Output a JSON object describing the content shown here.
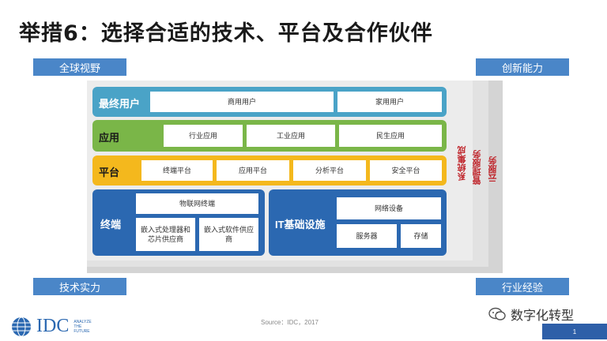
{
  "title": "举措6：选择合适的技术、平台及合作伙伴",
  "corners": {
    "top_left": "全球视野",
    "top_right": "创新能力",
    "bottom_left": "技术实力",
    "bottom_right": "行业经验"
  },
  "layers": {
    "end_users": {
      "label": "最终用户",
      "items": [
        "商用用户",
        "家用用户"
      ]
    },
    "applications": {
      "label": "应用",
      "items": [
        "行业应用",
        "工业应用",
        "民生应用"
      ]
    },
    "platform": {
      "label": "平台",
      "items": [
        "终端平台",
        "应用平台",
        "分析平台",
        "安全平台"
      ]
    },
    "terminal": {
      "label": "终端",
      "iot": "物联网终端",
      "items": [
        "嵌入式处理器和芯片供应商",
        "嵌入式软件供应商"
      ]
    },
    "it_infra": {
      "label": "IT基础设施",
      "network": "网络设备",
      "items": [
        "服务器",
        "存储"
      ]
    }
  },
  "side_services": [
    "系统集成",
    "管理服务",
    "云服务"
  ],
  "footer": {
    "logo": "IDC",
    "logo_tag": "ANALYZE THE FUTURE",
    "source": "Source：IDC，2017",
    "page": "1",
    "wechat": "数字化转型"
  },
  "colors": {
    "end_users": "#4aa3c7",
    "applications": "#7ab648",
    "platform": "#f4b81d",
    "terminal": "#2b68b1",
    "it_infra": "#2b68b1",
    "corner": "#4a86c8",
    "side_text": "#c0272d"
  }
}
